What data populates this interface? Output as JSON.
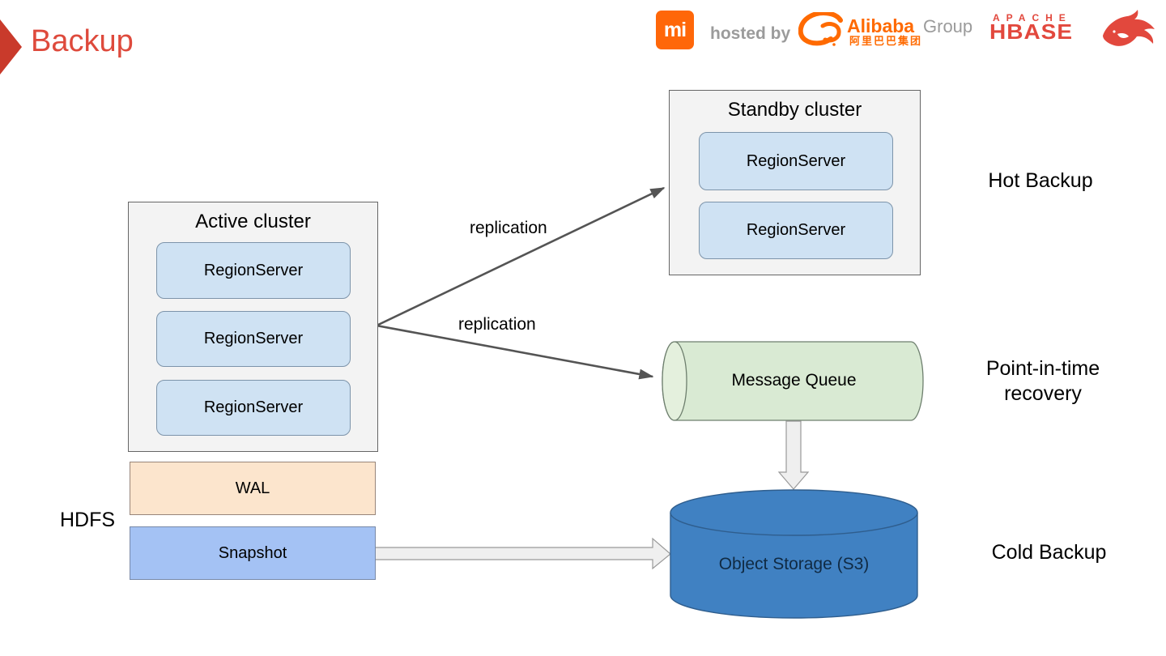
{
  "slide": {
    "title": "Backup"
  },
  "header": {
    "mi_logo": "mi",
    "hosted_by": "hosted by",
    "alibaba": "Alibaba",
    "alibaba_group": "Group",
    "alibaba_cn": "阿里巴巴集团",
    "apache": "APACHE",
    "hbase": "HBASE"
  },
  "diagram": {
    "active_cluster": {
      "title": "Active cluster",
      "servers": [
        "RegionServer",
        "RegionServer",
        "RegionServer"
      ]
    },
    "standby_cluster": {
      "title": "Standby cluster",
      "servers": [
        "RegionServer",
        "RegionServer"
      ]
    },
    "arrows": {
      "replication_top": "replication",
      "replication_bottom": "replication"
    },
    "message_queue": "Message Queue",
    "object_storage": "Object Storage (S3)",
    "hdfs": {
      "label": "HDFS",
      "wal": "WAL",
      "snapshot": "Snapshot"
    },
    "annotations": {
      "hot": "Hot Backup",
      "point_in_time": "Point-in-time recovery",
      "cold": "Cold Backup"
    }
  },
  "colors": {
    "title_red": "#de4a3c",
    "chevron_red": "#c93a2b",
    "mi_orange": "#ff6709",
    "alibaba_orange": "#ff6a00",
    "hbase_red": "#e2483d",
    "gray_text": "#9b9b9b",
    "cluster_bg": "#f3f3f3",
    "regionserver_blue": "#cfe2f3",
    "wal_peach": "#fce5cd",
    "snapshot_blue": "#a4c2f4",
    "queue_green": "#d9ead3",
    "storage_blue": "#4081c2",
    "arrow_gray": "#545454",
    "block_arrow_fill": "#efefef"
  }
}
